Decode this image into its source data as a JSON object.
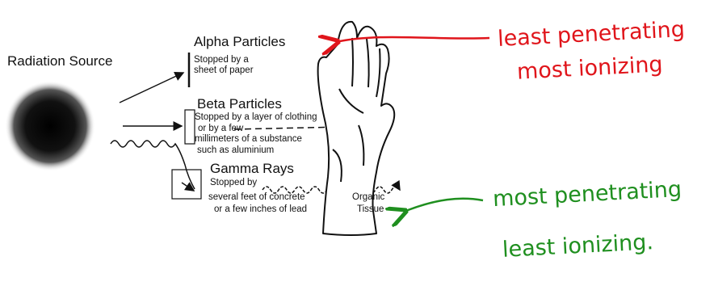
{
  "source_label": "Radiation Source",
  "alpha": {
    "title": "Alpha Particles",
    "line1": "Stopped by a",
    "line2": "sheet of paper"
  },
  "beta": {
    "title": "Beta Particles",
    "line1": "Stopped by a layer of clothing",
    "line2": "or by a few",
    "line3": "millimeters of a substance",
    "line4": "such as aluminium"
  },
  "gamma": {
    "title": "Gamma Rays",
    "line1": "Stopped by",
    "line2": "several feet of concrete",
    "line3": "or a few inches of lead"
  },
  "tissue": {
    "line1": "Organic",
    "line2": "Tissue"
  },
  "annotation_alpha": {
    "line1": "least penetrating",
    "line2": "most ionizing",
    "color": "#e0151b"
  },
  "annotation_gamma": {
    "line1": "most penetrating",
    "line2": "least ionizing.",
    "color": "#1f8f1f"
  }
}
